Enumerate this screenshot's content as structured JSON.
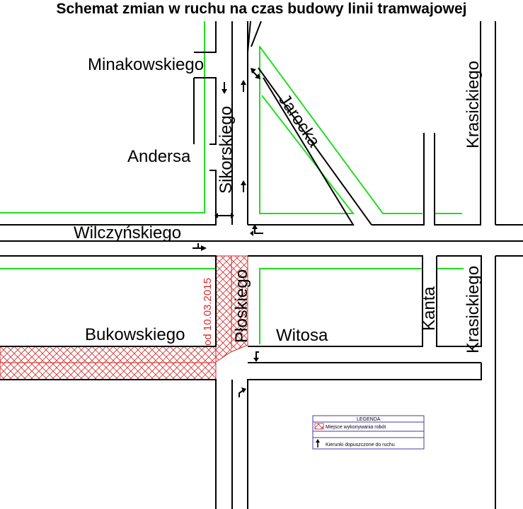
{
  "title": "Schemat zmian w ruchu na czas budowy linii tramwajowej",
  "colors": {
    "road": "#000000",
    "tram_line": "#22dd22",
    "work_zone": "#d62b2b",
    "legend_border": "#4a3aa8"
  },
  "streets": {
    "minakowskiego": "Minakowskiego",
    "andersa": "Andersa",
    "sikorskiego": "Sikorskiego",
    "jarocka": "Jarocka",
    "krasickiego_top": "Krasickiego",
    "wilczynskiego": "Wilczyńskiego",
    "bukowskiego": "Bukowskiego",
    "ploskiego": "Płoskiego",
    "witosa": "Witosa",
    "kanta": "Kanta",
    "krasickiego_bottom": "Krasickiego"
  },
  "work_date": "od 10.03.2015",
  "legend": {
    "title": "LEGENDA",
    "items": [
      {
        "label": "Miejsce wykonywania robót",
        "icon": "hatch-icon"
      },
      {
        "label": "Kierunki dopuszczone do ruchu",
        "icon": "arrow-up-icon"
      }
    ]
  }
}
